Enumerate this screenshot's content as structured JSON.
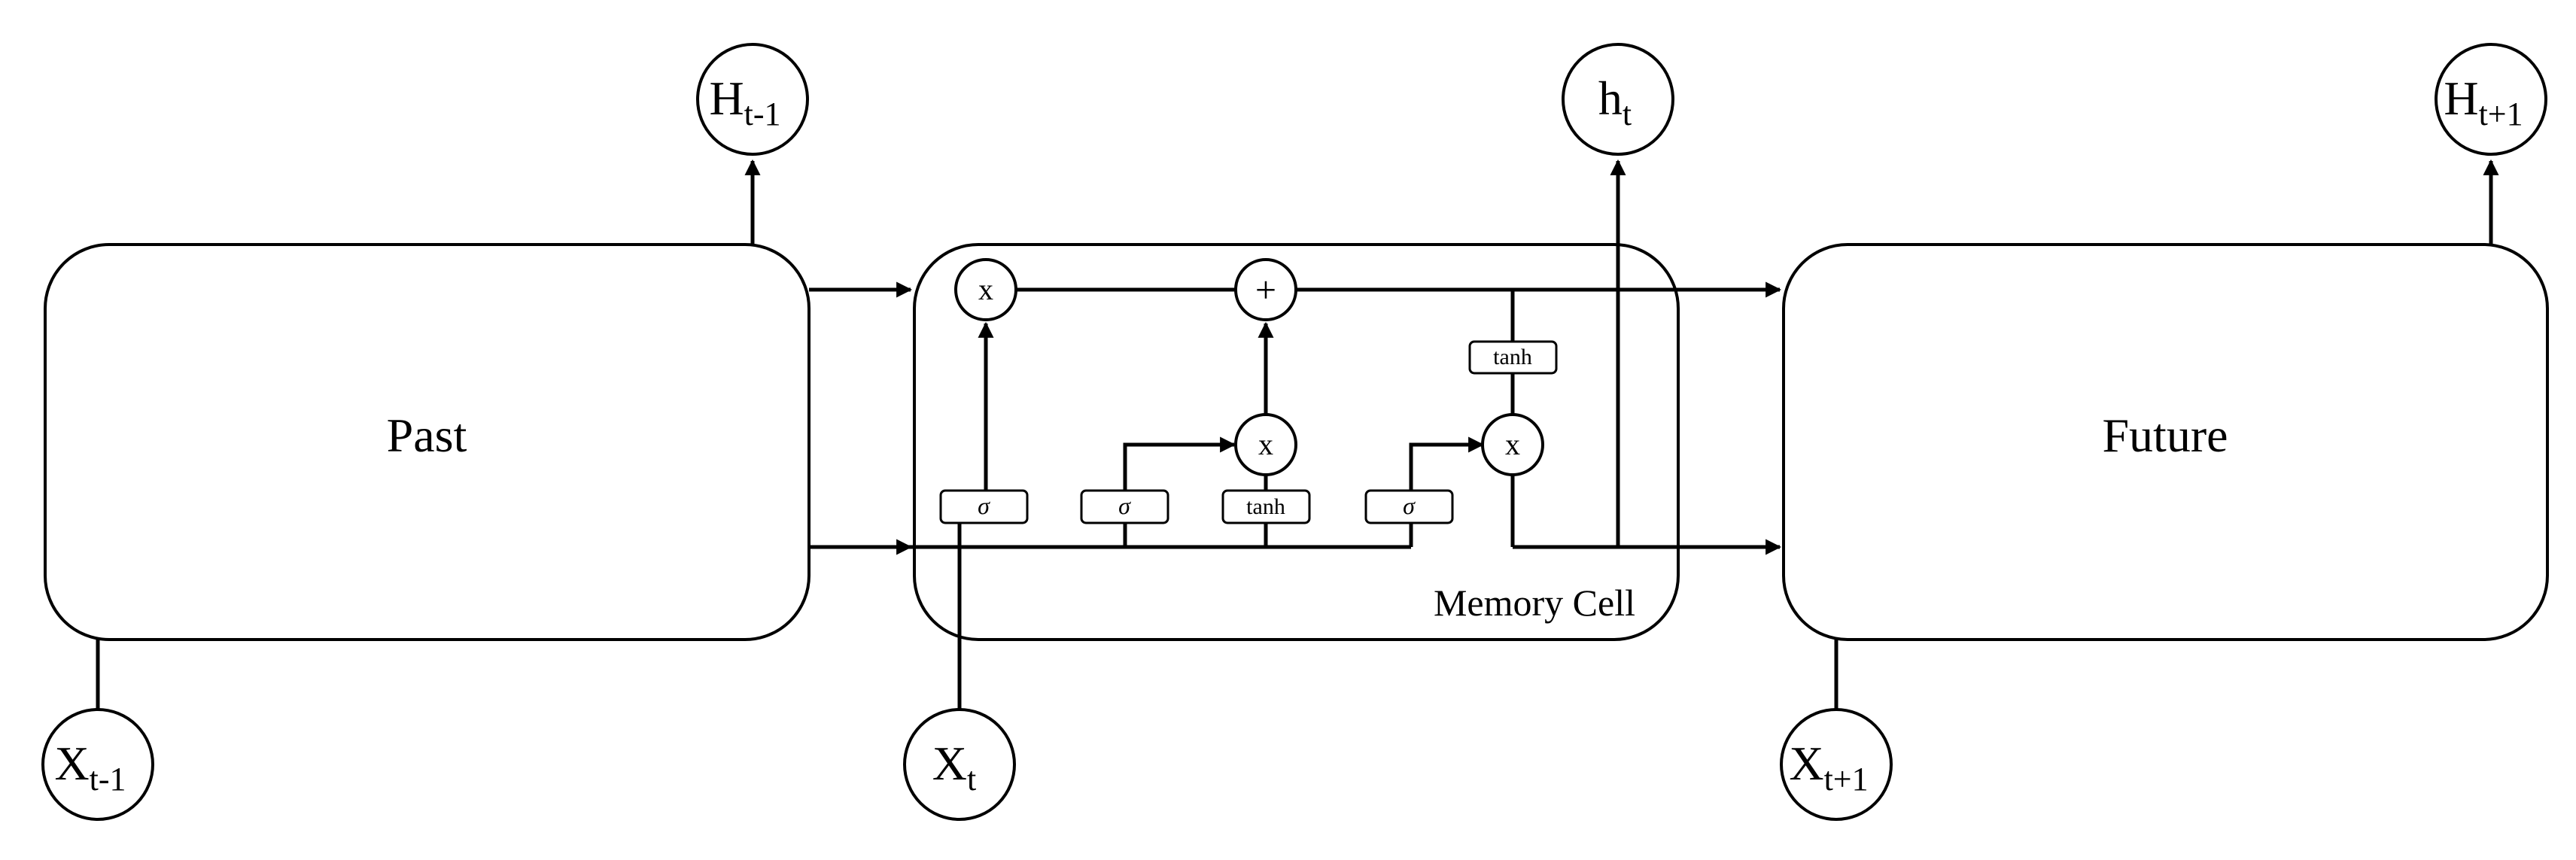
{
  "diagram": {
    "past_label": "Past",
    "future_label": "Future",
    "memory_cell_label": "Memory Cell",
    "nodes": {
      "h_prev": {
        "main": "H",
        "sub": "t-1"
      },
      "h_t": {
        "main": "h",
        "sub": "t"
      },
      "h_next": {
        "main": "H",
        "sub": "t+1"
      },
      "x_prev": {
        "main": "X",
        "sub": "t-1"
      },
      "x_t": {
        "main": "X",
        "sub": "t"
      },
      "x_next": {
        "main": "X",
        "sub": "t+1"
      }
    },
    "ops": {
      "multiply": "x",
      "add": "+"
    },
    "gates": {
      "sigma": "σ",
      "tanh": "tanh"
    }
  }
}
